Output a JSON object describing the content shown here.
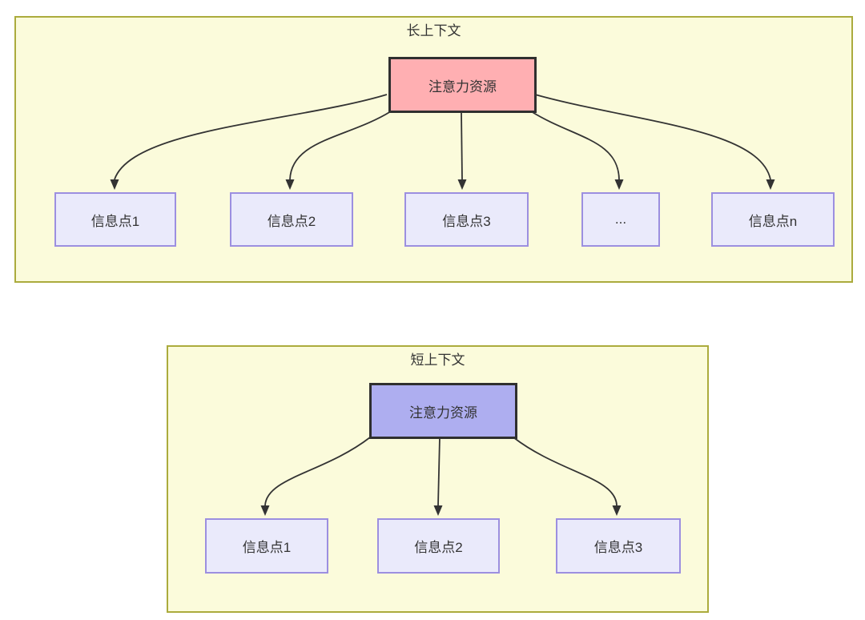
{
  "colors": {
    "container_fill": "#FBFBDB",
    "container_border": "#ABAB3D",
    "hub_long_fill": "#FFAFB2",
    "hub_short_fill": "#AEAEF0",
    "hub_border": "#2F2F2F",
    "node_fill": "#EAEAFB",
    "node_border": "#9C8FE0",
    "arrow": "#333333",
    "text": "#333333"
  },
  "long_context": {
    "title": "长上下文",
    "hub_label": "注意力资源",
    "nodes": [
      "信息点1",
      "信息点2",
      "信息点3",
      "...",
      "信息点n"
    ]
  },
  "short_context": {
    "title": "短上下文",
    "hub_label": "注意力资源",
    "nodes": [
      "信息点1",
      "信息点2",
      "信息点3"
    ]
  }
}
